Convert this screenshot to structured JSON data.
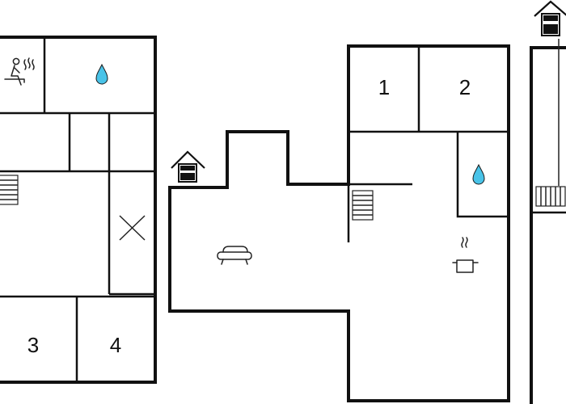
{
  "rooms": {
    "left": {
      "bedroom_a": "3",
      "bedroom_b": "4"
    },
    "center": {
      "bedroom_a": "1",
      "bedroom_b": "2"
    }
  },
  "colors": {
    "wall": "#111111",
    "water": "#49c3e8"
  },
  "icons": [
    "sauna-icon",
    "water-drop-icon",
    "stairs-icon",
    "x-mark-icon",
    "entrance-icon",
    "sofa-icon",
    "cooking-pot-icon"
  ]
}
